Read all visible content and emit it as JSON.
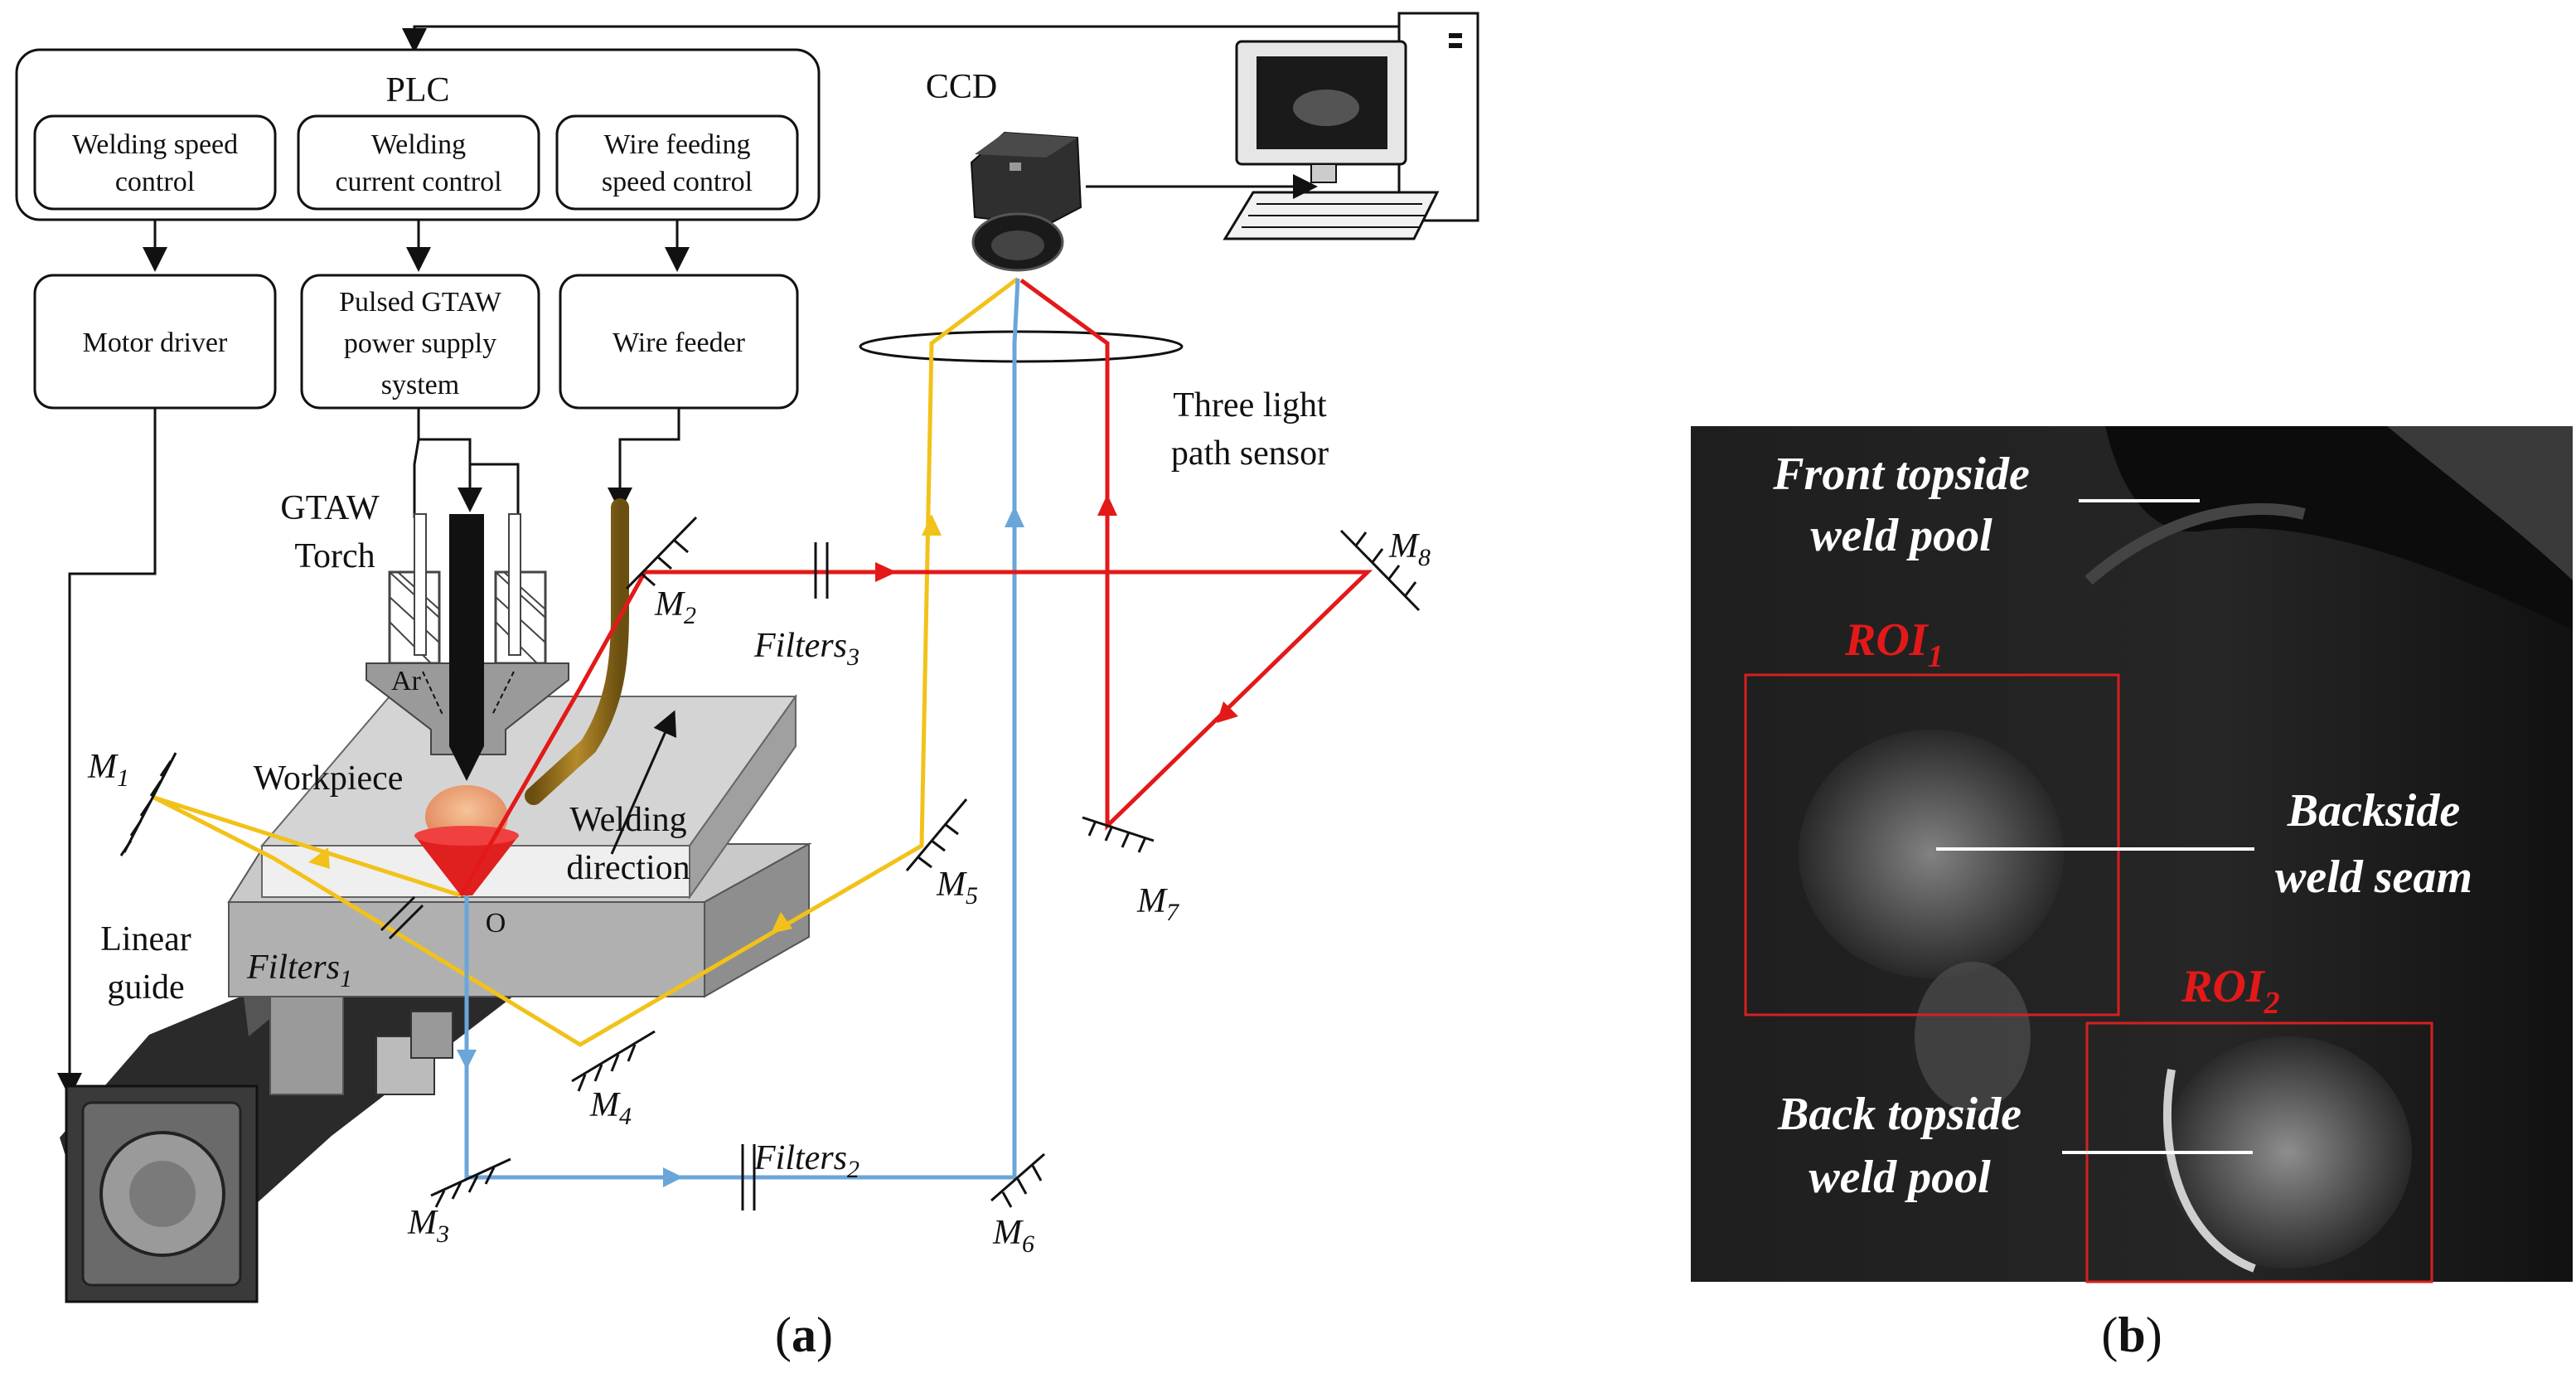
{
  "panel_a": {
    "plc_title": "PLC",
    "controls": {
      "speed_l1": "Welding speed",
      "speed_l2": "control",
      "current_l1": "Welding",
      "current_l2": "current control",
      "wirefeed_l1": "Wire feeding",
      "wirefeed_l2": "speed control"
    },
    "devices": {
      "motor_driver": "Motor driver",
      "power_l1": "Pulsed GTAW",
      "power_l2": "power supply",
      "power_l3": "system",
      "wire_feeder": "Wire feeder"
    },
    "ccd": "CCD",
    "sensor_l1": "Three light",
    "sensor_l2": "path sensor",
    "torch_l1": "GTAW",
    "torch_l2": "Torch",
    "ar": "Ar",
    "workpiece": "Workpiece",
    "direction_l1": "Welding",
    "direction_l2": "direction",
    "origin": "O",
    "linear_l1": "Linear",
    "linear_l2": "guide",
    "filters": {
      "f1": "Filters",
      "f1_sub": "1",
      "f2": "Filters",
      "f2_sub": "2",
      "f3": "Filters",
      "f3_sub": "3"
    },
    "mirrors": {
      "m1": "M",
      "m1_sub": "1",
      "m2": "M",
      "m2_sub": "2",
      "m3": "M",
      "m3_sub": "3",
      "m4": "M",
      "m4_sub": "4",
      "m5": "M",
      "m5_sub": "5",
      "m6": "M",
      "m6_sub": "6",
      "m7": "M",
      "m7_sub": "7",
      "m8": "M",
      "m8_sub": "8"
    },
    "caption": "a"
  },
  "panel_b": {
    "front_l1": "Front topside",
    "front_l2": "weld pool",
    "roi1": "ROI",
    "roi1_sub": "1",
    "backside_l1": "Backside",
    "backside_l2": "weld seam",
    "roi2": "ROI",
    "roi2_sub": "2",
    "back_l1": "Back topside",
    "back_l2": "weld pool",
    "caption": "b"
  },
  "colors": {
    "red_path": "#e31919",
    "yellow_path": "#f2c21a",
    "blue_path": "#6aa6d8",
    "roi_box": "#d62020"
  }
}
